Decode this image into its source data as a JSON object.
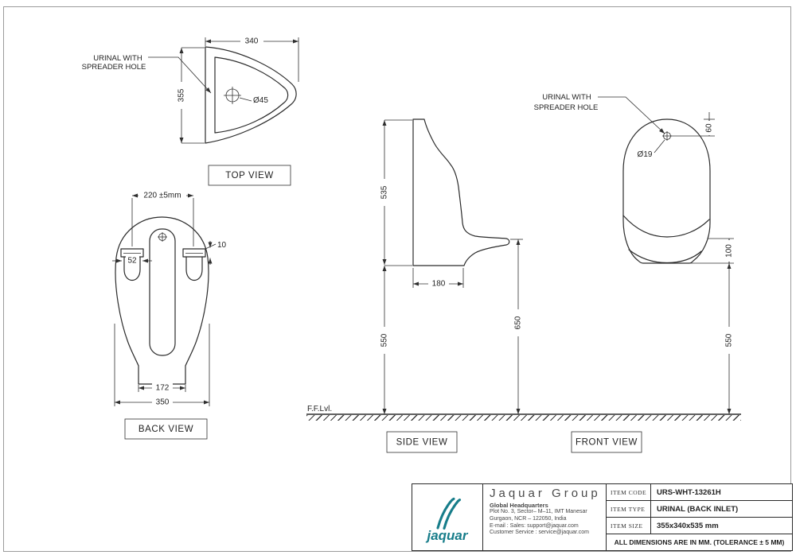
{
  "colors": {
    "line": "#2b2b2b",
    "accent_teal": "#177d8a",
    "frame_gray": "#9b9b9b"
  },
  "callout": {
    "line1": "URINAL WITH",
    "line2": "SPREADER HOLE"
  },
  "views": {
    "top": {
      "label": "TOP VIEW",
      "dim_width": "340",
      "dim_depth": "355",
      "dim_hole": "Ø45"
    },
    "back": {
      "label": "BACK VIEW",
      "dim_mount_span": "220 ±5mm",
      "dim_mount_width": "52",
      "dim_mount_height": "10",
      "dim_foot_width": "172",
      "dim_width": "350"
    },
    "side": {
      "label": "SIDE VIEW",
      "dim_height": "535",
      "dim_depth": "180",
      "dim_lip_height": "650",
      "dim_wall_height": "550",
      "floor_label": "F.F.Lvl."
    },
    "front": {
      "label": "FRONT VIEW",
      "dim_hole_offset": "60",
      "dim_hole": "Ø19",
      "dim_bowl_depth": "100",
      "dim_bottom_height": "550"
    }
  },
  "title_block": {
    "logo_text": "jaquar",
    "company": "Jaquar Group",
    "hq": "Global Headquarters",
    "address1": "Plot No. 3, Sector– M–11, IMT Manesar",
    "address2": "Gurgaon, NCR – 122050, India",
    "email": "E-mail : Sales: support@jaquar.com",
    "service": "Customer Service : service@jaquar.com",
    "rows": [
      {
        "label": "ITEM CODE",
        "value": "URS-WHT-13261H"
      },
      {
        "label": "ITEM TYPE",
        "value": "URINAL (BACK INLET)"
      },
      {
        "label": "ITEM SIZE",
        "value": "355x340x535 mm"
      }
    ],
    "note": "ALL DIMENSIONS ARE IN MM. (TOLERANCE ± 5 MM)"
  }
}
